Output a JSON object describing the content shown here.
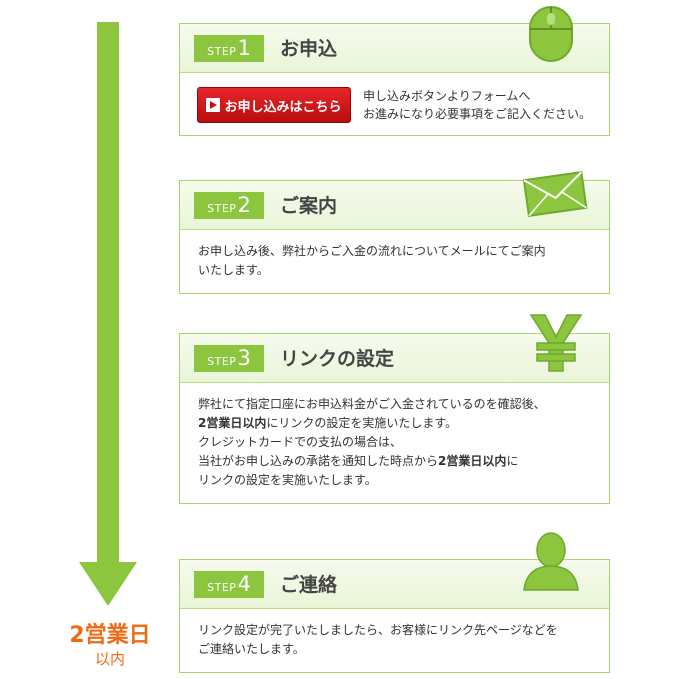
{
  "timeline": {
    "days_big": "2営業日",
    "days_small": "以内"
  },
  "step_word": "STEP",
  "steps": [
    {
      "number": "1",
      "title": "お申込",
      "icon": "mouse-icon",
      "button_label": "お申し込みはこちら",
      "lines": [
        "申し込みボタンよりフォームへ",
        "お進みになり必要事項をご記入ください。"
      ]
    },
    {
      "number": "2",
      "title": "ご案内",
      "icon": "envelope-icon",
      "lines": [
        "お申し込み後、弊社からご入金の流れについてメールにてご案内",
        "いたします。"
      ]
    },
    {
      "number": "3",
      "title": "リンクの設定",
      "icon": "yen-icon",
      "line1": "弊社にて指定口座にお申込料金がご入金されているのを確認後、",
      "line2_bold": "2営業日以内",
      "line2_rest": "にリンクの設定を実施いたします。",
      "line3": "クレジットカードでの支払の場合は、",
      "line4_pre": "当社がお申し込みの承諾を通知した時点から",
      "line4_bold": "2営業日以内",
      "line4_post": "に",
      "line5": "リンクの設定を実施いたします。"
    },
    {
      "number": "4",
      "title": "ご連絡",
      "icon": "person-icon",
      "lines": [
        "リンク設定が完了いたしましたら、お客様にリンク先ページなどを",
        "ご連絡いたします。"
      ]
    }
  ],
  "colors": {
    "accent_green": "#8cc63f",
    "button_red": "#d41a1c",
    "days_orange": "#f06a14"
  }
}
